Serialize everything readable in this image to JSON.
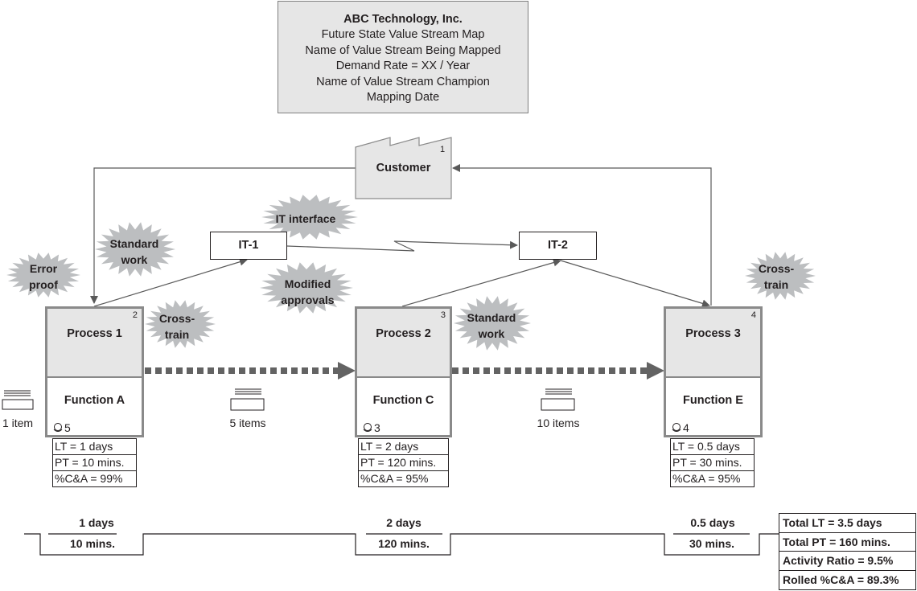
{
  "title_block": {
    "company": "ABC Technology, Inc.",
    "lines": [
      "Future State Value Stream Map",
      "Name of Value Stream Being Mapped",
      "Demand Rate = XX / Year",
      "Name of Value Stream Champion",
      "Mapping Date"
    ]
  },
  "customer": {
    "label": "Customer",
    "number": "1"
  },
  "it_systems": [
    {
      "label": "IT-1"
    },
    {
      "label": "IT-2"
    }
  ],
  "kaizen_bursts": [
    {
      "id": "error-proof",
      "lines": [
        "Error",
        "proof"
      ]
    },
    {
      "id": "standard-work-1",
      "lines": [
        "Standard",
        "work"
      ]
    },
    {
      "id": "cross-train-1",
      "lines": [
        "Cross-",
        "train"
      ]
    },
    {
      "id": "it-interface",
      "lines": [
        "IT interface"
      ]
    },
    {
      "id": "modified-approvals",
      "lines": [
        "Modified",
        "approvals"
      ]
    },
    {
      "id": "standard-work-2",
      "lines": [
        "Standard",
        "work"
      ]
    },
    {
      "id": "cross-train-2",
      "lines": [
        "Cross-",
        "train"
      ]
    }
  ],
  "processes": [
    {
      "name": "Process 1",
      "number": "2",
      "function": "Function A",
      "operators": "5",
      "lt": "LT = 1 days",
      "pt": "PT = 10 mins.",
      "ca": "%C&A = 99%"
    },
    {
      "name": "Process 2",
      "number": "3",
      "function": "Function C",
      "operators": "3",
      "lt": "LT = 2 days",
      "pt": "PT = 120 mins.",
      "ca": "%C&A = 95%"
    },
    {
      "name": "Process 3",
      "number": "4",
      "function": "Function E",
      "operators": "4",
      "lt": "LT = 0.5 days",
      "pt": "PT = 30 mins.",
      "ca": "%C&A = 95%"
    }
  ],
  "inventory": [
    {
      "label": "1 item"
    },
    {
      "label": "5 items"
    },
    {
      "label": "10 items"
    }
  ],
  "timeline": [
    {
      "lead": "1 days",
      "process": "10 mins."
    },
    {
      "lead": "2 days",
      "process": "120 mins."
    },
    {
      "lead": "0.5 days",
      "process": "30 mins."
    }
  ],
  "summary": {
    "total_lt": "Total LT = 3.5 days",
    "total_pt": "Total PT = 160 mins.",
    "activity_ratio": "Activity Ratio = 9.5%",
    "rolled_ca": "Rolled %C&A = 89.3%"
  },
  "colors": {
    "line": "#595959",
    "process_border": "#8a8a8a",
    "process_fill": "#e6e6e6",
    "kaizen_fill": "#bcbec0",
    "push_arrow": "#636363"
  }
}
